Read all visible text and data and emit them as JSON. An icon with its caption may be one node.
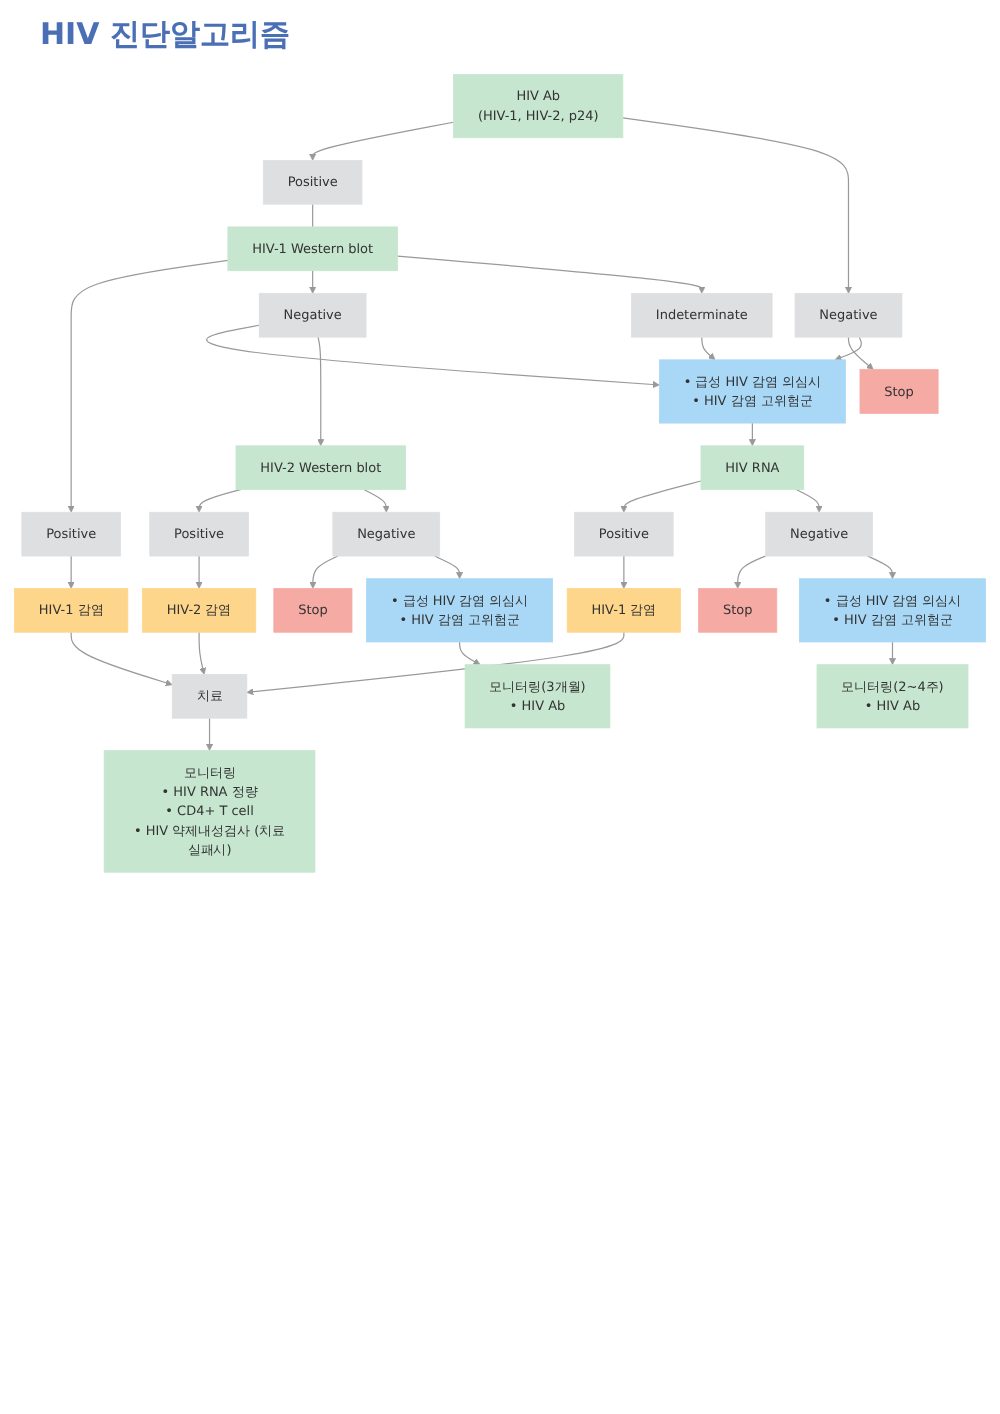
{
  "diagram": {
    "title": "HIV 진단알고리즘",
    "nodes": [
      {
        "text": [
          "HIV Ab",
          "(HIV-1, HIV-2, p24)"
        ]
      },
      {
        "text": [
          "Positive"
        ]
      },
      {
        "text": [
          "Negative"
        ]
      },
      {
        "text": [
          "Stop"
        ]
      },
      {
        "text": [
          "HIV-1 Western blot"
        ]
      },
      {
        "text": [
          "Positive"
        ]
      },
      {
        "text": [
          "Negative"
        ]
      },
      {
        "text": [
          "Indeterminate"
        ]
      },
      {
        "text": [
          "• 급성 HIV 감염 의심시",
          "• HIV 감염 고위험군"
        ]
      },
      {
        "text": [
          "HIV-1 감염"
        ]
      },
      {
        "text": [
          "HIV-2 Western blot"
        ]
      },
      {
        "text": [
          "HIV RNA"
        ]
      },
      {
        "text": [
          "Positive"
        ]
      },
      {
        "text": [
          "Negative"
        ]
      },
      {
        "text": [
          "Positive"
        ]
      },
      {
        "text": [
          "Negative"
        ]
      },
      {
        "text": [
          "HIV-2 감염"
        ]
      },
      {
        "text": [
          "Stop"
        ]
      },
      {
        "text": [
          "HIV-1 감염"
        ]
      },
      {
        "text": [
          "Stop"
        ]
      },
      {
        "text": [
          "• 급성 HIV 감염 의심시",
          "• HIV 감염 고위험군"
        ]
      },
      {
        "text": [
          "• 급성 HIV 감염 의심시",
          "• HIV 감염 고위험군"
        ]
      },
      {
        "text": [
          "모니터링(3개월)",
          "• HIV Ab"
        ]
      },
      {
        "text": [
          "모니터링(2~4주)",
          "• HIV Ab"
        ]
      },
      {
        "text": [
          "치료"
        ]
      },
      {
        "text": [
          "모니터링",
          "• HIV RNA 정량",
          "• CD4+ T cell",
          "• HIV 약제내성검사 (치료실패시)"
        ]
      }
    ],
    "edges": [
      {
        "from": 0,
        "to": 1,
        "arrow": "to"
      },
      {
        "from": 0,
        "to": 2,
        "arrow": "to"
      },
      {
        "from": 2,
        "to": 3,
        "arrow": "to"
      },
      {
        "from": 2,
        "to": 8,
        "arrow": "to"
      },
      {
        "from": 1,
        "to": 4,
        "arrow": "none"
      },
      {
        "from": 4,
        "to": 5,
        "arrow": "to"
      },
      {
        "from": 4,
        "to": 6,
        "arrow": "to"
      },
      {
        "from": 4,
        "to": 7,
        "arrow": "to"
      },
      {
        "from": 6,
        "to": 8,
        "arrow": "to"
      },
      {
        "from": 7,
        "to": 8,
        "arrow": "to"
      },
      {
        "from": 5,
        "to": 9,
        "arrow": "to"
      },
      {
        "from": 6,
        "to": 10,
        "arrow": "to"
      },
      {
        "from": 8,
        "to": 11,
        "arrow": "to"
      },
      {
        "from": 10,
        "to": 12,
        "arrow": "to"
      },
      {
        "from": 10,
        "to": 13,
        "arrow": "to"
      },
      {
        "from": 11,
        "to": 14,
        "arrow": "to"
      },
      {
        "from": 11,
        "to": 15,
        "arrow": "to"
      },
      {
        "from": 12,
        "to": 16,
        "arrow": "to"
      },
      {
        "from": 13,
        "to": 17,
        "arrow": "to"
      },
      {
        "from": 13,
        "to": 20,
        "arrow": "to"
      },
      {
        "from": 14,
        "to": 18,
        "arrow": "to"
      },
      {
        "from": 15,
        "to": 19,
        "arrow": "to"
      },
      {
        "from": 15,
        "to": 21,
        "arrow": "to"
      },
      {
        "from": 20,
        "to": 22,
        "arrow": "to"
      },
      {
        "from": 21,
        "to": 23,
        "arrow": "to"
      },
      {
        "from": 9,
        "to": 24,
        "arrow": "to"
      },
      {
        "from": 16,
        "to": 24,
        "arrow": "to"
      },
      {
        "from": 18,
        "to": 24,
        "arrow": "to"
      },
      {
        "from": 24,
        "to": 25,
        "arrow": "to"
      }
    ]
  }
}
